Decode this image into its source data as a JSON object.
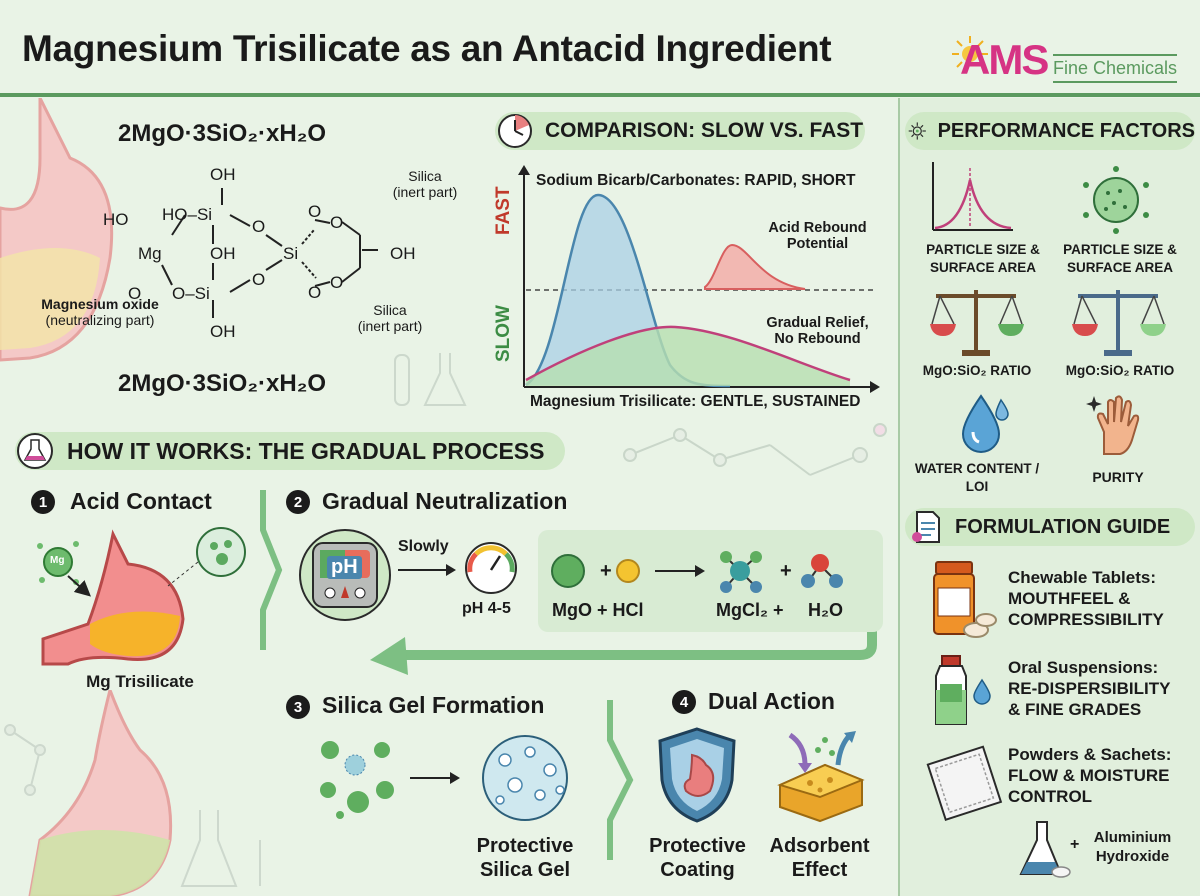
{
  "title": "Magnesium Trisilicate as an Antacid Ingredient",
  "logo": {
    "mark": "AMS",
    "text": "Fine Chemicals"
  },
  "structure": {
    "formula": "2MgO·3SiO₂·xH₂O",
    "atoms": [
      "OH",
      "HO",
      "HO–Si",
      "Mg",
      "OH",
      "O",
      "O",
      "Si",
      "O",
      "O",
      "OH",
      "O–Si",
      "O",
      "OH",
      "O",
      "O"
    ],
    "mgo_label": "Magnesium oxide",
    "mgo_sub": "(neutralizing part)",
    "silica_label": "Silica",
    "silica_sub": "(inert part)"
  },
  "comparison": {
    "header": "COMPARISON: SLOW VS. FAST",
    "fast_caption": "Sodium Bicarb/Carbonates: RAPID, SHORT",
    "fast_axis": "FAST",
    "slow_axis": "SLOW",
    "rebound": "Acid Rebound Potential",
    "gradual": "Gradual Relief, No Rebound",
    "slow_caption": "Magnesium Trisilicate: GENTLE, SUSTAINED"
  },
  "how": {
    "header": "HOW IT WORKS: THE GRADUAL PROCESS",
    "step1": {
      "num": "1",
      "title": "Acid Contact",
      "caption": "Mg Trisilicate",
      "particle": "Mg"
    },
    "step2": {
      "num": "2",
      "title": "Gradual Neutralization",
      "ph": "pH",
      "slowly": "Slowly",
      "ph_range": "pH 4-5",
      "reactants": "MgO + HCl",
      "product1": "MgCl₂ +",
      "product2": "H₂O",
      "plus": "+"
    },
    "step3": {
      "num": "3",
      "title": "Silica Gel Formation",
      "caption_line1": "Protective",
      "caption_line2": "Silica Gel"
    },
    "step4": {
      "num": "4",
      "title": "Dual Action",
      "a1_line1": "Protective",
      "a1_line2": "Coating",
      "a2_line1": "Adsorbent",
      "a2_line2": "Effect"
    }
  },
  "performance": {
    "header": "PERFORMANCE FACTORS",
    "items": [
      {
        "line1": "PARTICLE SIZE &",
        "line2": "SURFACE AREA"
      },
      {
        "line1": "PARTICLE SIZE &",
        "line2": "SURFACE AREA"
      },
      {
        "line1": "MgO:SiO₂ RATIO",
        "line2": ""
      },
      {
        "line1": "MgO:SiO₂ RATIO",
        "line2": ""
      },
      {
        "line1": "WATER CONTENT /",
        "line2": "LOI"
      },
      {
        "line1": "PURITY",
        "line2": ""
      }
    ]
  },
  "formulation": {
    "header": "FORMULATION GUIDE",
    "items": [
      {
        "line1": "Chewable Tablets:",
        "line2": "MOUTHFEEL &",
        "line3": "COMPRESSIBILITY"
      },
      {
        "line1": "Oral Suspensions:",
        "line2": "RE-DISPERSIBILITY",
        "line3": "& FINE GRADES"
      },
      {
        "line1": "Powders & Sachets:",
        "line2": "FLOW & MOISTURE",
        "line3": "CONTROL"
      }
    ],
    "extra_plus": "+",
    "extra_line1": "Aluminium",
    "extra_line2": "Hydroxide"
  },
  "colors": {
    "green_dark": "#5b9a5f",
    "green_light": "#cfe8c6",
    "fast_blue": "#5a9cc4",
    "slow_pink": "#c0407a",
    "rebound_red": "#e07070"
  }
}
